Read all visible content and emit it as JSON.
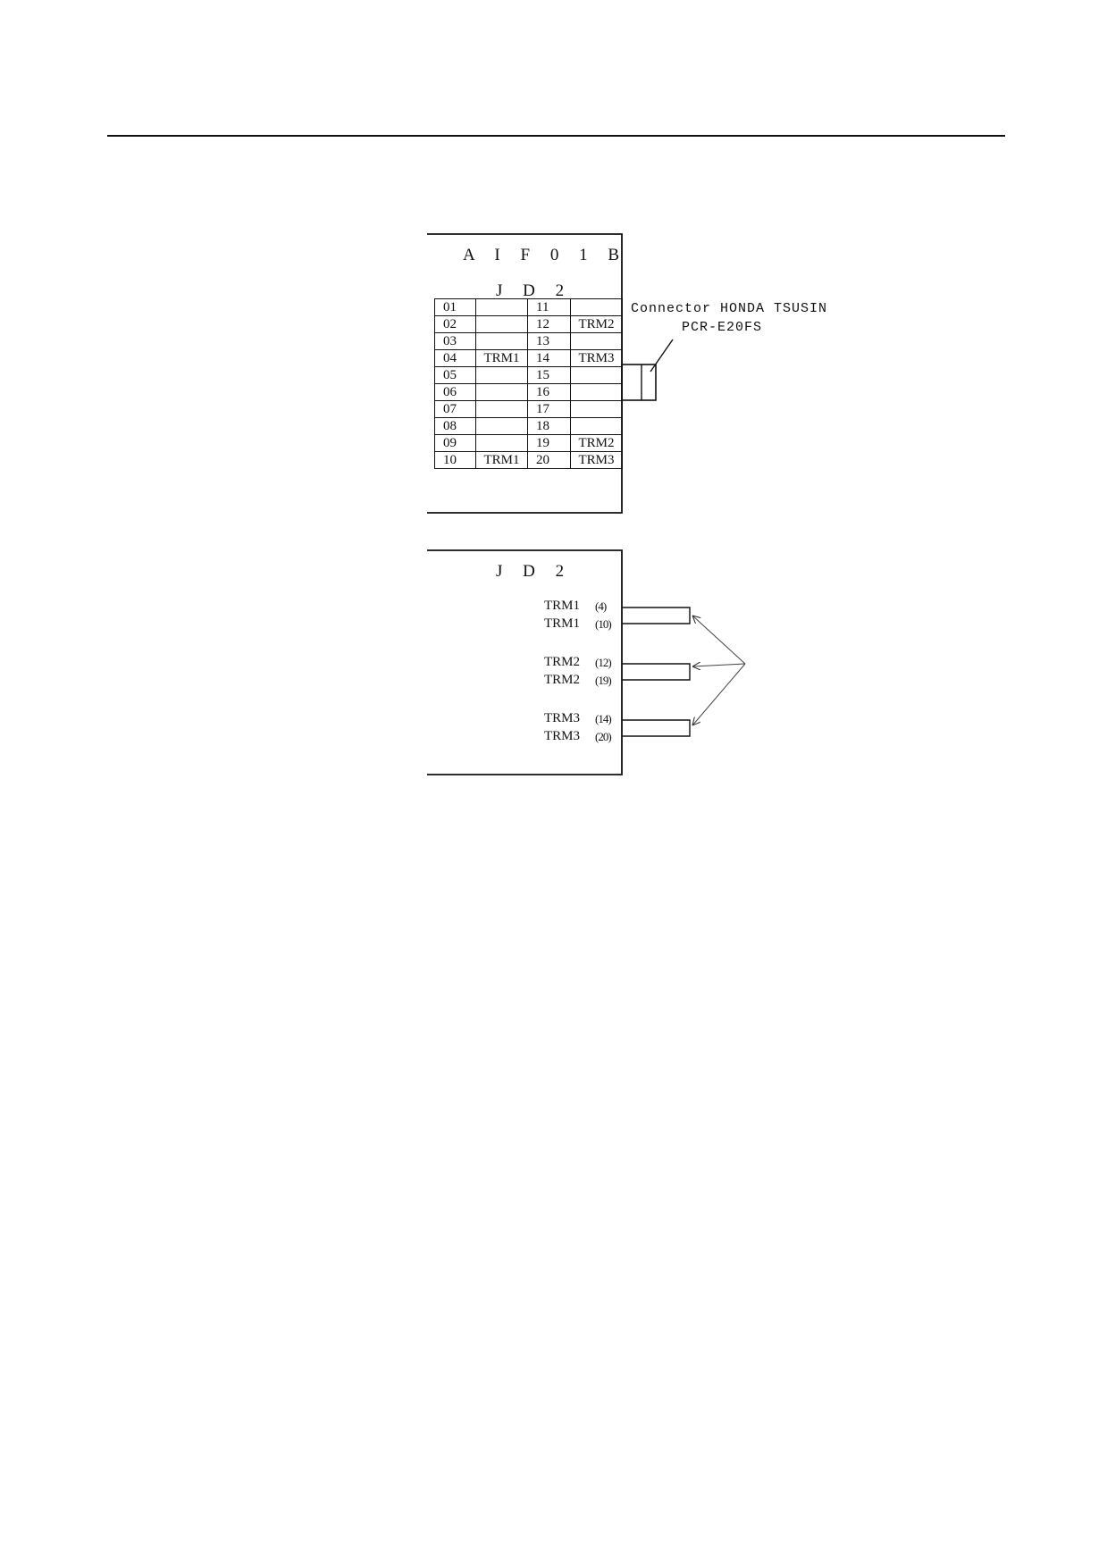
{
  "board": {
    "name": "A I F 0 1 B",
    "connector_label": "J D 2",
    "connector_note_line1": "Connector HONDA TSUSIN",
    "connector_note_line2": "PCR-E20FS"
  },
  "pin_table": [
    {
      "left_pin": "01",
      "left_signal": "",
      "right_pin": "11",
      "right_signal": ""
    },
    {
      "left_pin": "02",
      "left_signal": "",
      "right_pin": "12",
      "right_signal": "TRM2"
    },
    {
      "left_pin": "03",
      "left_signal": "",
      "right_pin": "13",
      "right_signal": ""
    },
    {
      "left_pin": "04",
      "left_signal": "TRM1",
      "right_pin": "14",
      "right_signal": "TRM3"
    },
    {
      "left_pin": "05",
      "left_signal": "",
      "right_pin": "15",
      "right_signal": ""
    },
    {
      "left_pin": "06",
      "left_signal": "",
      "right_pin": "16",
      "right_signal": ""
    },
    {
      "left_pin": "07",
      "left_signal": "",
      "right_pin": "17",
      "right_signal": ""
    },
    {
      "left_pin": "08",
      "left_signal": "",
      "right_pin": "18",
      "right_signal": ""
    },
    {
      "left_pin": "09",
      "left_signal": "",
      "right_pin": "19",
      "right_signal": "TRM2"
    },
    {
      "left_pin": "10",
      "left_signal": "TRM1",
      "right_pin": "20",
      "right_signal": "TRM3"
    }
  ],
  "wiring": {
    "connector_label": "J D 2",
    "connections": [
      {
        "signal": "TRM1",
        "pin": "(4)"
      },
      {
        "signal": "TRM1",
        "pin": "(10)"
      },
      {
        "signal": "TRM2",
        "pin": "(12)"
      },
      {
        "signal": "TRM2",
        "pin": "(19)"
      },
      {
        "signal": "TRM3",
        "pin": "(14)"
      },
      {
        "signal": "TRM3",
        "pin": "(20)"
      }
    ]
  }
}
